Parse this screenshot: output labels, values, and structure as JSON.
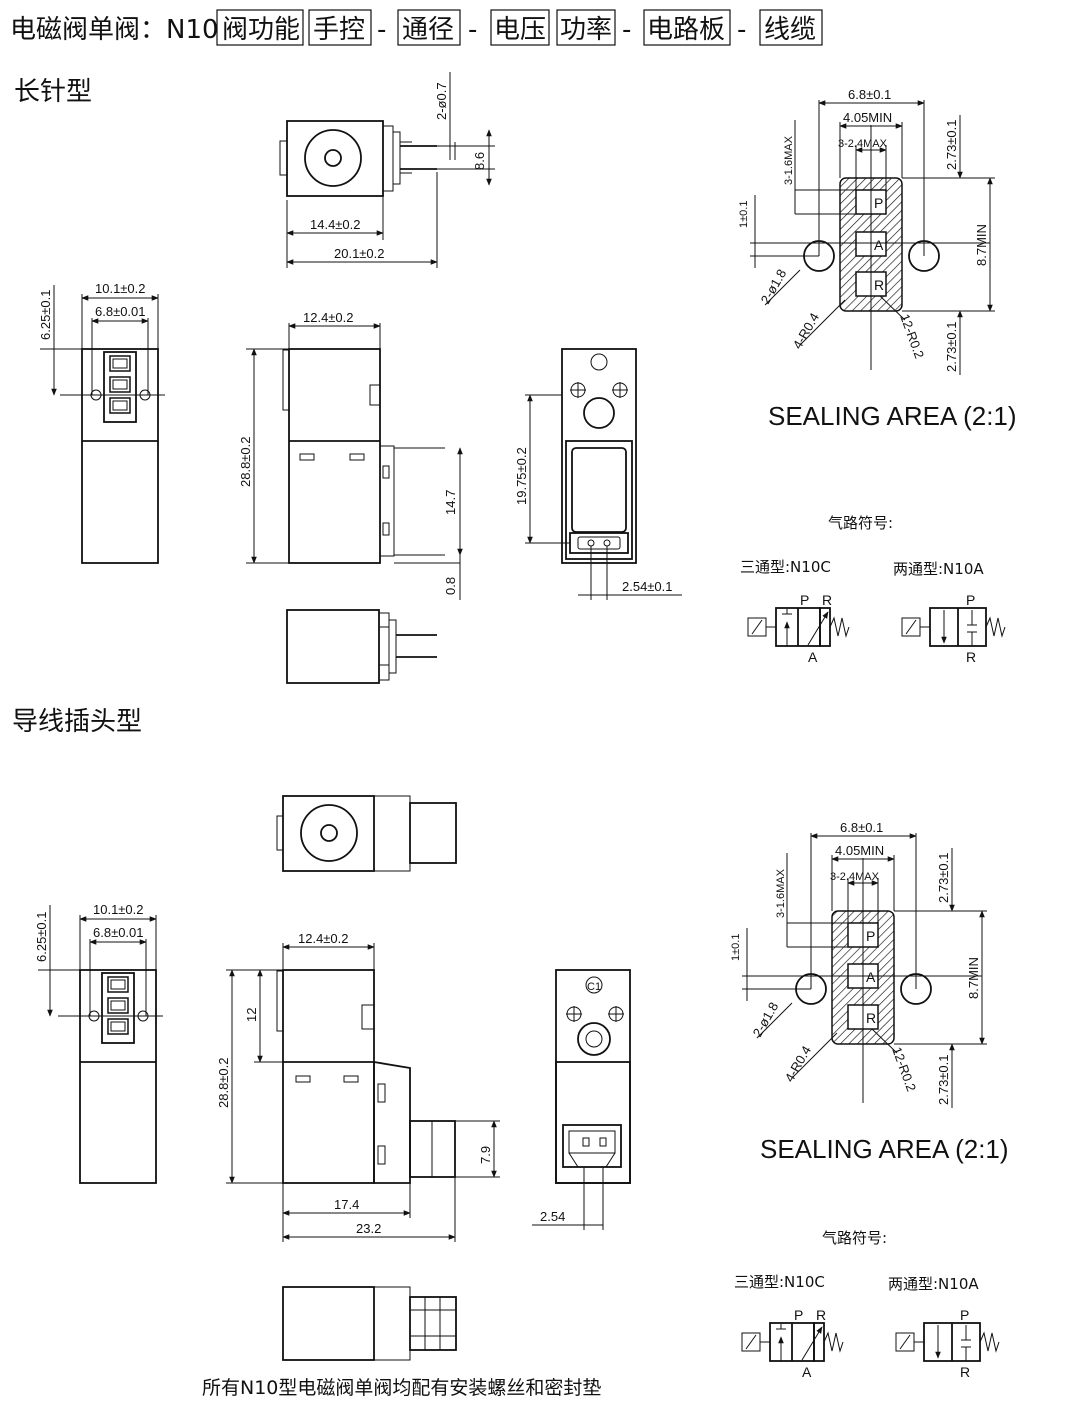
{
  "header": {
    "prefix": "电磁阀单阀：N10",
    "parts": [
      "阀功能",
      "手控",
      "通径",
      "电压",
      "功率",
      "电路板",
      "线缆"
    ],
    "separators": [
      "-",
      "-",
      "-",
      "-",
      "-"
    ]
  },
  "sections": {
    "long_pin": "长针型",
    "wire_plug": "导线插头型"
  },
  "long_pin_dims": {
    "pin_dia": "2-ø0.7",
    "pin_pitch": "8.6",
    "body_len": "14.4±0.2",
    "total_len": "20.1±0.2",
    "end_width": "10.1±0.2",
    "end_inner": "6.8±0.01",
    "end_height": "6.25±0.1",
    "side_width": "12.4±0.2",
    "side_height": "28.8±0.2",
    "pin_height": "14.7",
    "pin_offset": "0.8",
    "rear_height": "19.75±0.2",
    "rear_pitch": "2.54±0.1"
  },
  "wire_plug_dims": {
    "end_width": "10.1±0.2",
    "end_inner": "6.8±0.01",
    "end_height": "6.25±0.1",
    "side_width": "12.4±0.2",
    "side_height": "28.8±0.2",
    "coil_height": "12",
    "plug_height": "7.9",
    "body_len": "17.4",
    "total_len": "23.2",
    "rear_pitch": "2.54",
    "rear_label": "C1"
  },
  "sealing": {
    "label": "SEALING AREA (2:1)",
    "width_outer": "6.8±0.1",
    "width_min": "4.05MIN",
    "width_max": "3-2.4MAX",
    "port_max": "3-1.6MAX",
    "top_h": "2.73±0.1",
    "bottom_h": "2.73±0.1",
    "pitch": "1±0.1",
    "hole": "2-ø1.8",
    "corner": "4-R0.4",
    "inner_corner": "12-R0.2",
    "span": "8.7MIN",
    "ports": [
      "P",
      "A",
      "R"
    ]
  },
  "symbols": {
    "heading": "气路符号:",
    "three_way": "三通型:N10C",
    "two_way": "两通型:N10A",
    "labels": {
      "P": "P",
      "R": "R",
      "A": "A"
    }
  },
  "footer": "所有N10型电磁阀单阀均配有安装螺丝和密封垫"
}
